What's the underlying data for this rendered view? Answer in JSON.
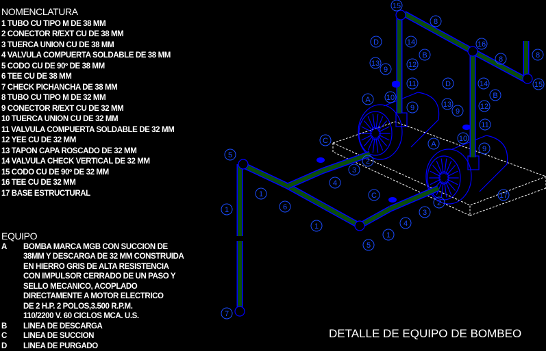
{
  "nomenclatura": {
    "title": "NOMENCLATURA",
    "items": [
      "1 TUBO CU TIPO M DE 38 MM",
      "2 CONECTOR R/EXT CU  DE 38 MM",
      "3 TUERCA UNION CU  DE 38 MM",
      "4 VALVULA COMPUERTA SOLDABLE  DE 38 MM",
      "5 CODO CU DE 90º  DE 38 MM",
      "6 TEE CU  DE 38 MM",
      "7 CHECK PICHANCHA  DE 38 MM",
      "8 TUBO CU TIPO M  DE 32 MM",
      "9 CONECTOR R/EXT CU DE 32 MM",
      "10 TUERCA UNION CU DE 32 MM",
      "11 VALVULA COMPUERTA SOLDABLE DE 32 MM",
      "12 YEE CU DE 32 MM",
      "13 TAPON CAPA ROSCADO DE 32 MM",
      "14 VALVULA CHECK VERTICAL DE 32 MM",
      "15 CODO CU DE 90º DE 32 MM",
      "16 TEE CU DE 32 MM",
      "17 BASE  ESTRUCTURAL"
    ]
  },
  "equipo": {
    "title": "EQUIPO",
    "items": [
      {
        "key": "A",
        "lines": [
          "BOMBA MARCA MGB CON SUCCION DE",
          "38MM Y DESCARGA DE 32 MM CONSTRUIDA",
          "EN HIERRO GRIS DE ALTA RESISTENCIA",
          "CON  IMPULSOR CERRADO DE UN PASO Y",
          "SELLO MECANICO, ACOPLADO",
          "DIRECTAMENTE A MOTOR ELECTRICO",
          "DE 2 H.P. 2 POLOS,3.500 R.P.M.",
          "110/2200 V. 60 CICLOS MCA. U.S."
        ]
      },
      {
        "key": "B",
        "lines": [
          "LINEA DE DESCARGA"
        ]
      },
      {
        "key": "C",
        "lines": [
          "LINEA DE SUCCION"
        ]
      },
      {
        "key": "D",
        "lines": [
          "LINEA DE PURGADO"
        ]
      }
    ]
  },
  "drawing_title": "DETALLE DE EQUIPO DE BOMBEO",
  "callouts": [
    "15",
    "8",
    "D",
    "14",
    "B",
    "13",
    "9",
    "12",
    "11",
    "10",
    "9",
    "A",
    "16",
    "8",
    "8",
    "15",
    "D",
    "14",
    "B",
    "13",
    "9",
    "12",
    "11",
    "10",
    "9",
    "A",
    "C",
    "5",
    "2",
    "3",
    "4",
    "1",
    "1",
    "6",
    "C",
    "1",
    "5",
    "1",
    "4",
    "3",
    "2",
    "17",
    "7"
  ],
  "colors": {
    "background": "#000000",
    "lines": "#0000ff",
    "callouts": "#1a4cff",
    "pipe_fill": "#0b4d0b",
    "base": "#ffffff",
    "text": "#ffffff"
  }
}
